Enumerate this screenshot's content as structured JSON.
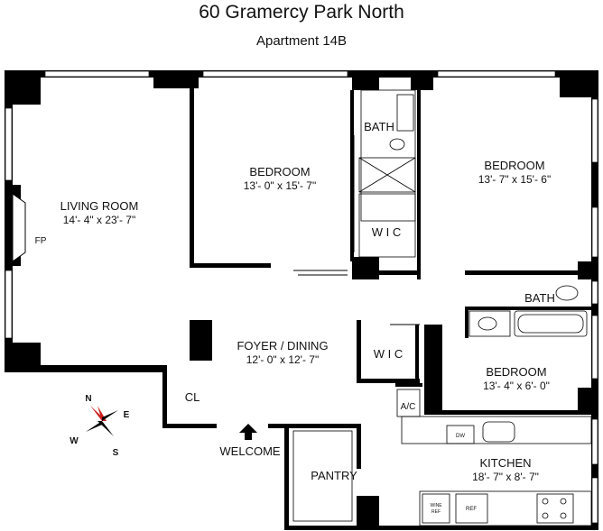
{
  "header": {
    "title": "60 Gramercy Park North",
    "subtitle": "Apartment 14B"
  },
  "rooms": {
    "living_room": {
      "name": "LIVING ROOM",
      "dims": "14'- 4\" x 23'- 7\""
    },
    "fireplace": {
      "name": "FP"
    },
    "bedroom_1": {
      "name": "BEDROOM",
      "dims": "13'- 0\" x 15'- 7\""
    },
    "bath_1": {
      "name": "BATH"
    },
    "wic_1": {
      "name": "W I C"
    },
    "bedroom_2": {
      "name": "BEDROOM",
      "dims": "13'- 7\" x 15'- 6\""
    },
    "bath_2": {
      "name": "BATH"
    },
    "foyer": {
      "name": "FOYER / DINING",
      "dims": "12'- 0\" x 12'- 7\""
    },
    "wic_2": {
      "name": "W I C"
    },
    "bedroom_3": {
      "name": "BEDROOM",
      "dims": "13'- 4\" x 6'- 0\""
    },
    "ac": {
      "name": "A/C"
    },
    "closet": {
      "name": "CL"
    },
    "pantry": {
      "name": "PANTRY"
    },
    "kitchen": {
      "name": "KITCHEN",
      "dims": "18'- 7\" x 8'- 7\""
    }
  },
  "appliances": {
    "dishwasher": "DW",
    "wine_ref_1": "WINE",
    "wine_ref_2": "REF",
    "refrigerator": "REF"
  },
  "entry": {
    "label": "WELCOME",
    "icon": "arrow-up-icon"
  },
  "compass": {
    "n": "N",
    "e": "E",
    "s": "S",
    "w": "W",
    "accent": "#cc1f1f"
  }
}
